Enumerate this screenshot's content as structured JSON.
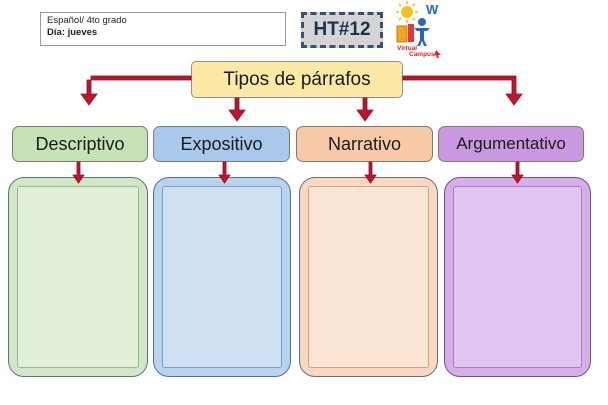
{
  "header": {
    "course_line": "Español/ 4to grado",
    "day_label": "Día:",
    "day_value": "jueves",
    "ht_badge": "HT#12"
  },
  "logo": {
    "text": "Virtual Campus",
    "letters": "W",
    "icon": "virtual-campus-logo-icon"
  },
  "diagram": {
    "root": "Tipos de párrafos",
    "categories": [
      {
        "label": "Descriptivo",
        "color": "#c7e3b6"
      },
      {
        "label": "Expositivo",
        "color": "#a8c8ec"
      },
      {
        "label": "Narrativo",
        "color": "#f8c9a6"
      },
      {
        "label": "Argumentativo",
        "color": "#c998e0"
      }
    ],
    "arrow_color": "#c0152f"
  }
}
